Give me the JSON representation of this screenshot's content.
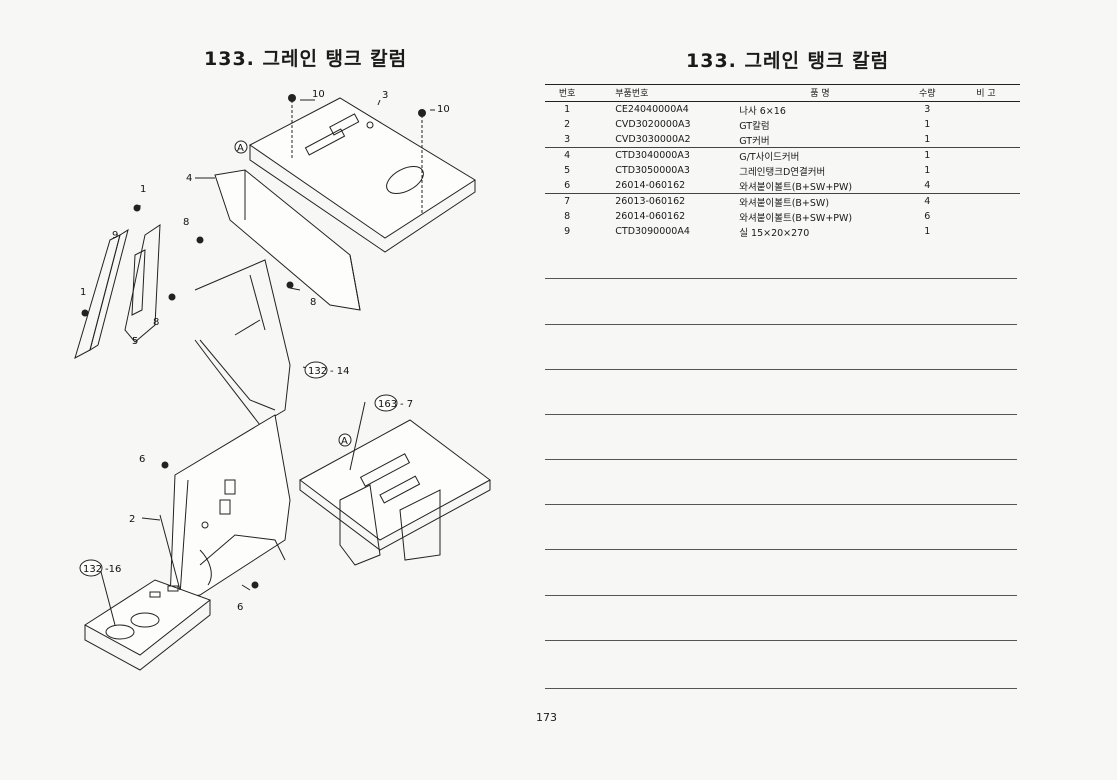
{
  "left_page": {
    "title": "133. 그레인 탱크 칼럼",
    "callouts": {
      "c1a": "1",
      "c1b": "1",
      "c2": "2",
      "c3": "3",
      "c4": "4",
      "c5": "5",
      "c6a": "6",
      "c6b": "6",
      "c8a": "8",
      "c8b": "8",
      "c8c": "8",
      "c9": "9",
      "c10a": "10",
      "c10b": "10",
      "ref132a_num": "132",
      "ref132a_suffix": "- 14",
      "ref163_num": "163",
      "ref163_suffix": "- 7",
      "ref132b_num": "132",
      "ref132b_suffix": "-16",
      "refA1": "A",
      "refA2": "A"
    }
  },
  "right_page": {
    "title": "133. 그레인 탱크 칼럼",
    "table": {
      "headers": {
        "no": "번호",
        "part": "부품번호",
        "name": "품    명",
        "qty": "수량",
        "remarks": "비  고"
      },
      "rows": [
        {
          "no": "1",
          "part": "CE24040000A4",
          "name": "나사 6×16",
          "qty": "3"
        },
        {
          "no": "2",
          "part": "CVD3020000A3",
          "name": "GT칼럼",
          "qty": "1"
        },
        {
          "no": "3",
          "part": "CVD3030000A2",
          "name": "GT커버",
          "qty": "1"
        },
        {
          "no": "4",
          "part": "CTD3040000A3",
          "name": "G/T사이드커버",
          "qty": "1"
        },
        {
          "no": "5",
          "part": "CTD3050000A3",
          "name": "그레인탱크D연결커버",
          "qty": "1"
        },
        {
          "no": "6",
          "part": "26014-060162",
          "name": "와셔붙이볼트(B+SW+PW)",
          "qty": "4"
        },
        {
          "no": "7",
          "part": "26013-060162",
          "name": "와셔붙이볼트(B+SW)",
          "qty": "4"
        },
        {
          "no": "8",
          "part": "26014-060162",
          "name": "와셔붙이볼트(B+SW+PW)",
          "qty": "6"
        },
        {
          "no": "9",
          "part": "CTD3090000A4",
          "name": "실 15×20×270",
          "qty": "1"
        }
      ]
    },
    "page_number": "173"
  }
}
